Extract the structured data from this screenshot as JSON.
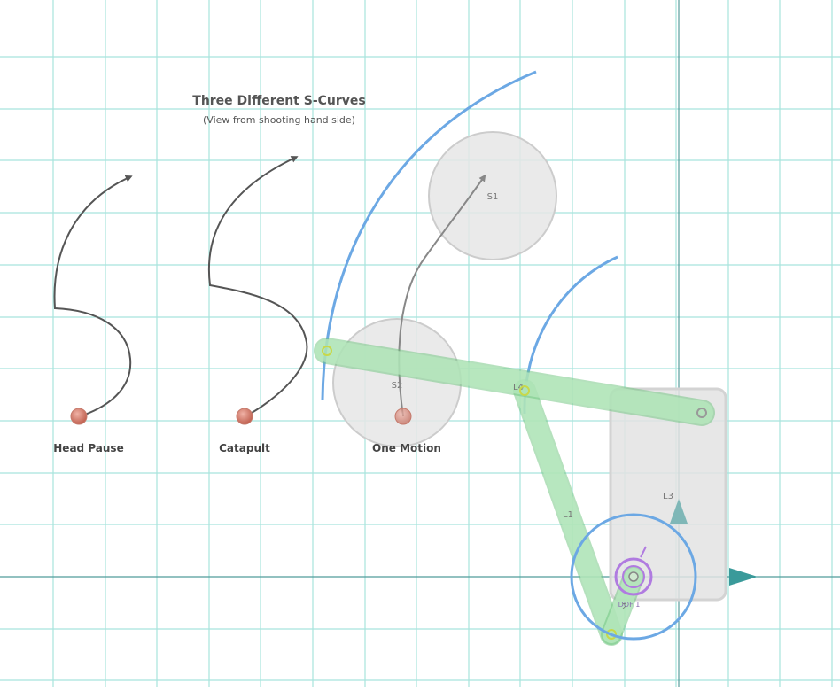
{
  "diagram": {
    "title": "Three Different S-Curves",
    "subtitle": "(View from shooting hand side)",
    "curves": [
      {
        "label": "Head Pause"
      },
      {
        "label": "Catapult"
      },
      {
        "label": "One Motion"
      }
    ],
    "circle_labels": {
      "s1": "S1",
      "s2": "S2"
    },
    "link_labels": {
      "l1": "L1",
      "l2": "L2",
      "l3": "L3",
      "l4": "L4",
      "dof": "DOF 1"
    }
  },
  "colors": {
    "grid": "#a8e4dd",
    "axis": "#3a8a8a",
    "link_fill": "#b8e8bf",
    "link_stroke": "#6cc47b",
    "arc": "#6ca8e4",
    "circle_fill": "#e6e6e6",
    "circle_stroke": "#cccccc",
    "arrow": "#555555",
    "ball": "#d27a6a",
    "marker": "#b07be0"
  }
}
